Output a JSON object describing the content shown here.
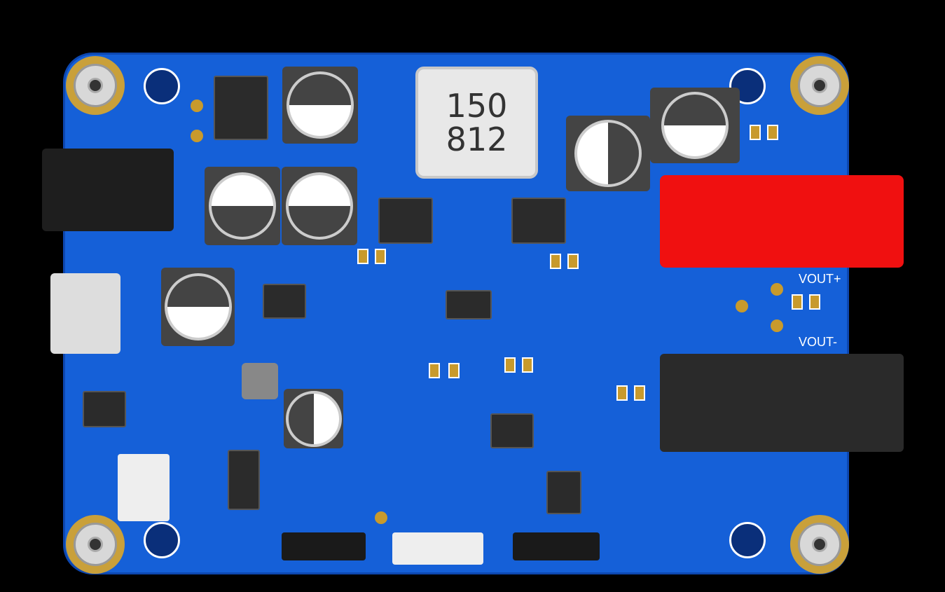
{
  "inductor": {
    "line1": "150",
    "line2": "812"
  },
  "labels": {
    "vout_plus": "VOUT+",
    "vout_minus": "VOUT-"
  },
  "colors": {
    "board": "#1560d8",
    "red_terminal": "#f01010",
    "pad_gold": "#c89a2c"
  }
}
